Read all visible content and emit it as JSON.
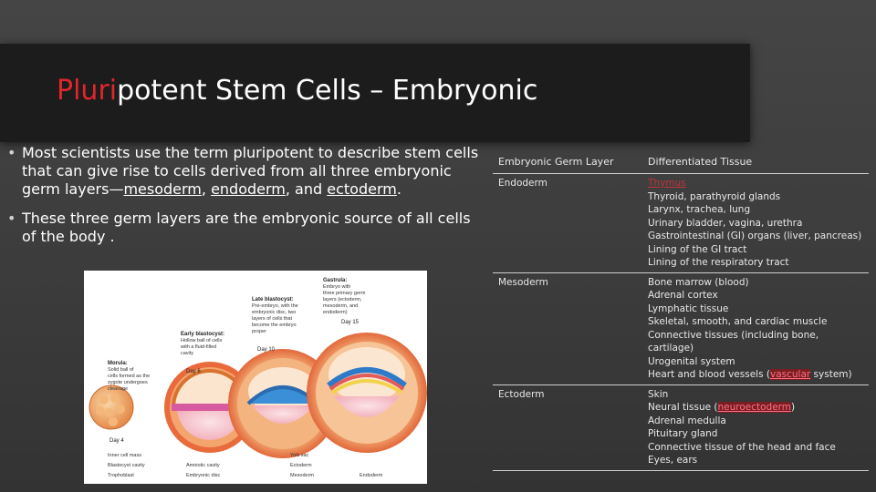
{
  "title": {
    "highlight": "Pluri",
    "rest": "potent Stem Cells – Embryonic"
  },
  "bullets": [
    {
      "text_before": "Most scientists use the term pluripotent to describe stem cells that can give rise to cells derived from all three embryonic germ layers—",
      "mesoderm": "mesoderm",
      "sep1": ", ",
      "endoderm": "endoderm",
      "sep2": ", and ",
      "ectoderm": "ectoderm",
      "text_after": "."
    },
    {
      "text": "These three germ layers are the embryonic source of all cells of the body ."
    }
  ],
  "figure": {
    "gastrula_title": "Gastrula:",
    "gastrula_text": [
      "Embryo with",
      "three primary germ",
      "layers (ectoderm,",
      "mesoderm, and",
      "endoderm)"
    ],
    "late_title": "Late blastocyst:",
    "late_text": [
      "Pre-embryo, with the",
      "embryonic disc, two",
      "layers of cells that",
      "become the embryo",
      "proper"
    ],
    "early_title": "Early blastocyst:",
    "early_text": [
      "Hollow ball of cells",
      "with a fluid-filled",
      "cavity"
    ],
    "morula_title": "Morula:",
    "morula_text": [
      "Solid ball of",
      "cells formed as the",
      "zygote undergoes",
      "cleavage"
    ],
    "day4": "Day 4",
    "day6": "Day 6",
    "day10": "Day 10",
    "day15": "Day 15",
    "bottom_labels": {
      "inner_cell_mass": "Inner cell mass",
      "blastocyst_cavity": "Blastocyst cavity",
      "trophoblast": "Trophoblast",
      "amniotic_cavity": "Amniotic cavity",
      "embryonic_disc": "Embryonic disc",
      "yolk_sac": "Yolk sac",
      "ectoderm": "Ectoderm",
      "mesoderm": "Mesoderm",
      "endoderm": "Endoderm"
    }
  },
  "table": {
    "headers": [
      "Embryonic Germ Layer",
      "Differentiated Tissue"
    ],
    "rows": [
      {
        "layer": "Endoderm",
        "tissues": [
          "Thymus",
          "Thyroid, parathyroid glands",
          "Larynx, trachea, lung",
          "Urinary bladder, vagina, urethra",
          "Gastrointestinal (GI) organs (liver, pancreas)",
          "Lining of the GI tract",
          "Lining of the respiratory tract"
        ]
      },
      {
        "layer": "Mesoderm",
        "tissues": [
          "Bone marrow (blood)",
          "Adrenal cortex",
          "Lymphatic tissue",
          "Skeletal, smooth, and cardiac muscle",
          "Connective tissues (including bone, cartilage)",
          "Urogenital system"
        ],
        "last_before": "Heart and blood vessels (",
        "last_link": "vascular",
        "last_after": " system)"
      },
      {
        "layer": "Ectoderm",
        "tissues_before": [
          "Skin"
        ],
        "neural_before": "Neural tissue (",
        "neural_link": "neuroectoderm",
        "neural_after": ")",
        "tissues_after": [
          "Adrenal medulla",
          "Pituitary gland",
          "Connective tissue of the head and face",
          "Eyes, ears"
        ]
      }
    ]
  },
  "colors": {
    "title_highlight": "#e0262c",
    "link": "#c0353a"
  }
}
